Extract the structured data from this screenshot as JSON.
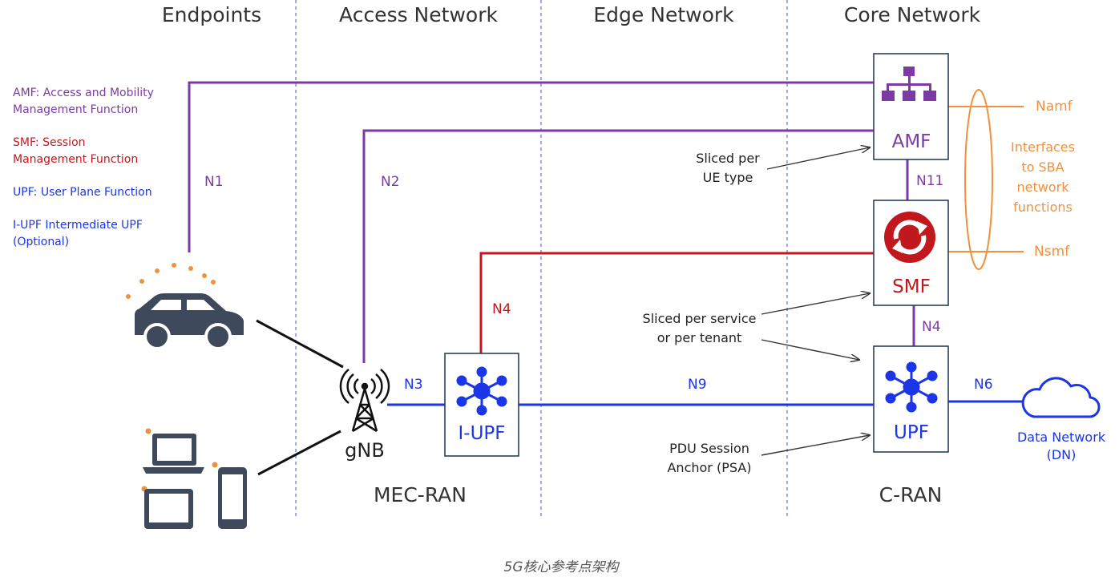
{
  "columns": [
    "Endpoints",
    "Access Network",
    "Edge Network",
    "Core Network"
  ],
  "legend": [
    {
      "line1": "AMF: Access and Mobility",
      "line2": "Management Function",
      "color": "#7E3AA4"
    },
    {
      "line1": "SMF: Session",
      "line2": "Management Function",
      "color": "#C0181C"
    },
    {
      "line1": "UPF: User Plane Function",
      "line2": "",
      "color": "#1B35E8"
    },
    {
      "line1": "I-UPF Intermediate UPF",
      "line2": "(Optional)",
      "color": "#1B35E8"
    }
  ],
  "interfaces": {
    "n1": "N1",
    "n2": "N2",
    "n3": "N3",
    "n4_left": "N4",
    "n9": "N9",
    "n11": "N11",
    "n4_right": "N4",
    "n6": "N6",
    "namf": "Namf",
    "nsmf": "Nsmf"
  },
  "functions": {
    "amf": "AMF",
    "smf": "SMF",
    "upf": "UPF",
    "iupf": "I-UPF",
    "gnb": "gNB"
  },
  "notes": {
    "sliced_ue_1": "Sliced per",
    "sliced_ue_2": "UE type",
    "sliced_service_1": "Sliced per service",
    "sliced_service_2": "or per tenant",
    "pdu_1": "PDU Session",
    "pdu_2": "Anchor (PSA)"
  },
  "sba": {
    "line1": "Interfaces",
    "line2": "to SBA",
    "line3": "network",
    "line4": "functions"
  },
  "data_network": {
    "line1": "Data Network",
    "line2": "(DN)"
  },
  "sites": {
    "mec": "MEC-RAN",
    "cran": "C-RAN"
  },
  "caption": "5G核心参考点架构",
  "colors": {
    "amf_purple": "#7E3AA4",
    "smf_red": "#C0181C",
    "upf_blue": "#1B35E8",
    "sba_orange": "#F0913E",
    "device_slate": "#3E4A5C",
    "box_border": "#2B3F5C",
    "divider_blue": "#3B4EE0",
    "signal_orange": "#F0913E"
  },
  "icons": [
    "car-icon",
    "laptop-icon",
    "tablet-icon",
    "phone-icon",
    "antenna-tower-icon",
    "hierarchy-icon",
    "refresh-cycle-icon",
    "hub-node-icon",
    "cloud-icon"
  ]
}
